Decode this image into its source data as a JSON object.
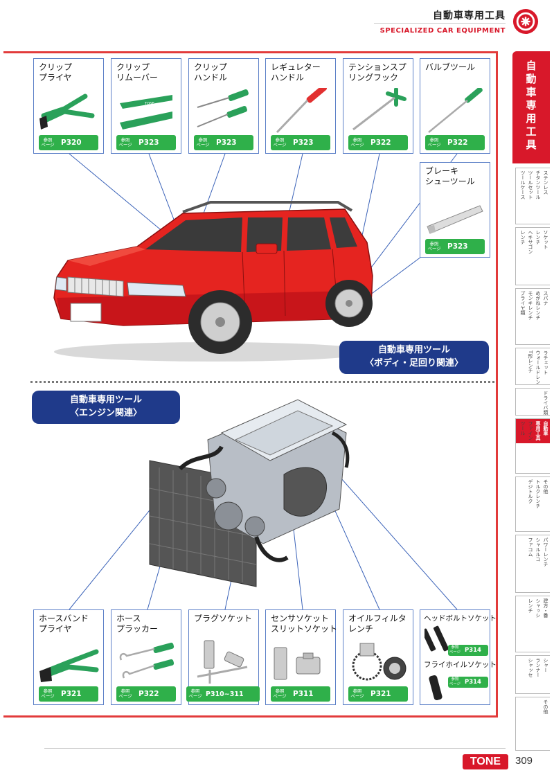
{
  "header": {
    "title": "自動車専用工具",
    "subtitle": "SPECIALIZED CAR EQUIPMENT"
  },
  "side_index": {
    "main_label": "自動車専用工具",
    "tabs": [
      {
        "cells": [
          "ステンレス",
          "チタンツール",
          "ツールセット",
          "ツールケース"
        ],
        "active": false
      },
      {
        "cells": [
          "ソケット",
          "レンチ",
          "ヘキサゴン",
          "レンチ"
        ],
        "active": false
      },
      {
        "cells": [
          "スパナ",
          "めがねレンチ",
          "モンキレンチ",
          "プライヤ類"
        ],
        "active": false
      },
      {
        "cells": [
          "ラチェット",
          "ウォールドレンチ",
          "T形レンチ"
        ],
        "active": false
      },
      {
        "cells": [
          "ドライバ類"
        ],
        "active": false
      },
      {
        "cells": [
          "自動車",
          "専用工具",
          "ファイン",
          "ツール"
        ],
        "active": true
      },
      {
        "cells": [
          "その他",
          "トルクレンチ",
          "デジトルク"
        ],
        "active": false
      },
      {
        "cells": [
          "パワーレンチ",
          "シャルルコ",
          "ファコム"
        ],
        "active": false
      },
      {
        "cells": [
          "建方・番",
          "シャッシ",
          "レンチ"
        ],
        "active": false
      },
      {
        "cells": [
          "シャー",
          "ランナー",
          "シャッセ"
        ],
        "active": false
      },
      {
        "cells": [
          "その他"
        ],
        "active": false
      }
    ]
  },
  "ref_label": "参照\nページ",
  "body_section": {
    "banner_line1": "自動車専用ツール",
    "banner_line2": "〈ボディ・足回り関連〉",
    "cards": [
      {
        "name": "クリップ\nプライヤ",
        "page": "P320",
        "icon": "clip-pliers-icon"
      },
      {
        "name": "クリップ\nリムーバー",
        "page": "P323",
        "icon": "clip-remover-icon"
      },
      {
        "name": "クリップ\nハンドル",
        "page": "P323",
        "icon": "clip-handle-icon"
      },
      {
        "name": "レギュレター\nハンドル",
        "page": "P323",
        "icon": "regulator-handle-icon"
      },
      {
        "name": "テンションスプ\nリングフック",
        "page": "P322",
        "icon": "tension-spring-hook-icon"
      },
      {
        "name": "バルブツール",
        "page": "P322",
        "icon": "valve-tool-icon"
      },
      {
        "name": "ブレーキ\nシューツール",
        "page": "P323",
        "icon": "brake-shoe-tool-icon"
      }
    ]
  },
  "engine_section": {
    "banner_line1": "自動車専用ツール",
    "banner_line2": "〈エンジン関連〉",
    "cards": [
      {
        "name": "ホースバンド\nプライヤ",
        "page": "P321",
        "icon": "hose-band-pliers-icon"
      },
      {
        "name": "ホース\nプラッカー",
        "page": "P322",
        "icon": "hose-plucker-icon"
      },
      {
        "name": "プラグソケット",
        "page": "P310~311",
        "icon": "plug-socket-icon"
      },
      {
        "name": "センサソケット\nスリットソケット",
        "page": "P311",
        "icon": "sensor-socket-icon"
      },
      {
        "name": "オイルフィルタ\nレンチ",
        "page": "P321",
        "icon": "oil-filter-wrench-icon"
      }
    ],
    "special_card": {
      "name_a": "ヘッドボルトソケット",
      "page_a": "P314",
      "name_b": "フライホイルソケット",
      "page_b": "P314"
    }
  },
  "footer": {
    "brand": "TONE",
    "page_number": "309"
  },
  "colors": {
    "brand_red": "#d8182a",
    "banner_blue": "#1f3a8a",
    "ref_green": "#2fb04a",
    "card_border": "#5b7fc7"
  }
}
